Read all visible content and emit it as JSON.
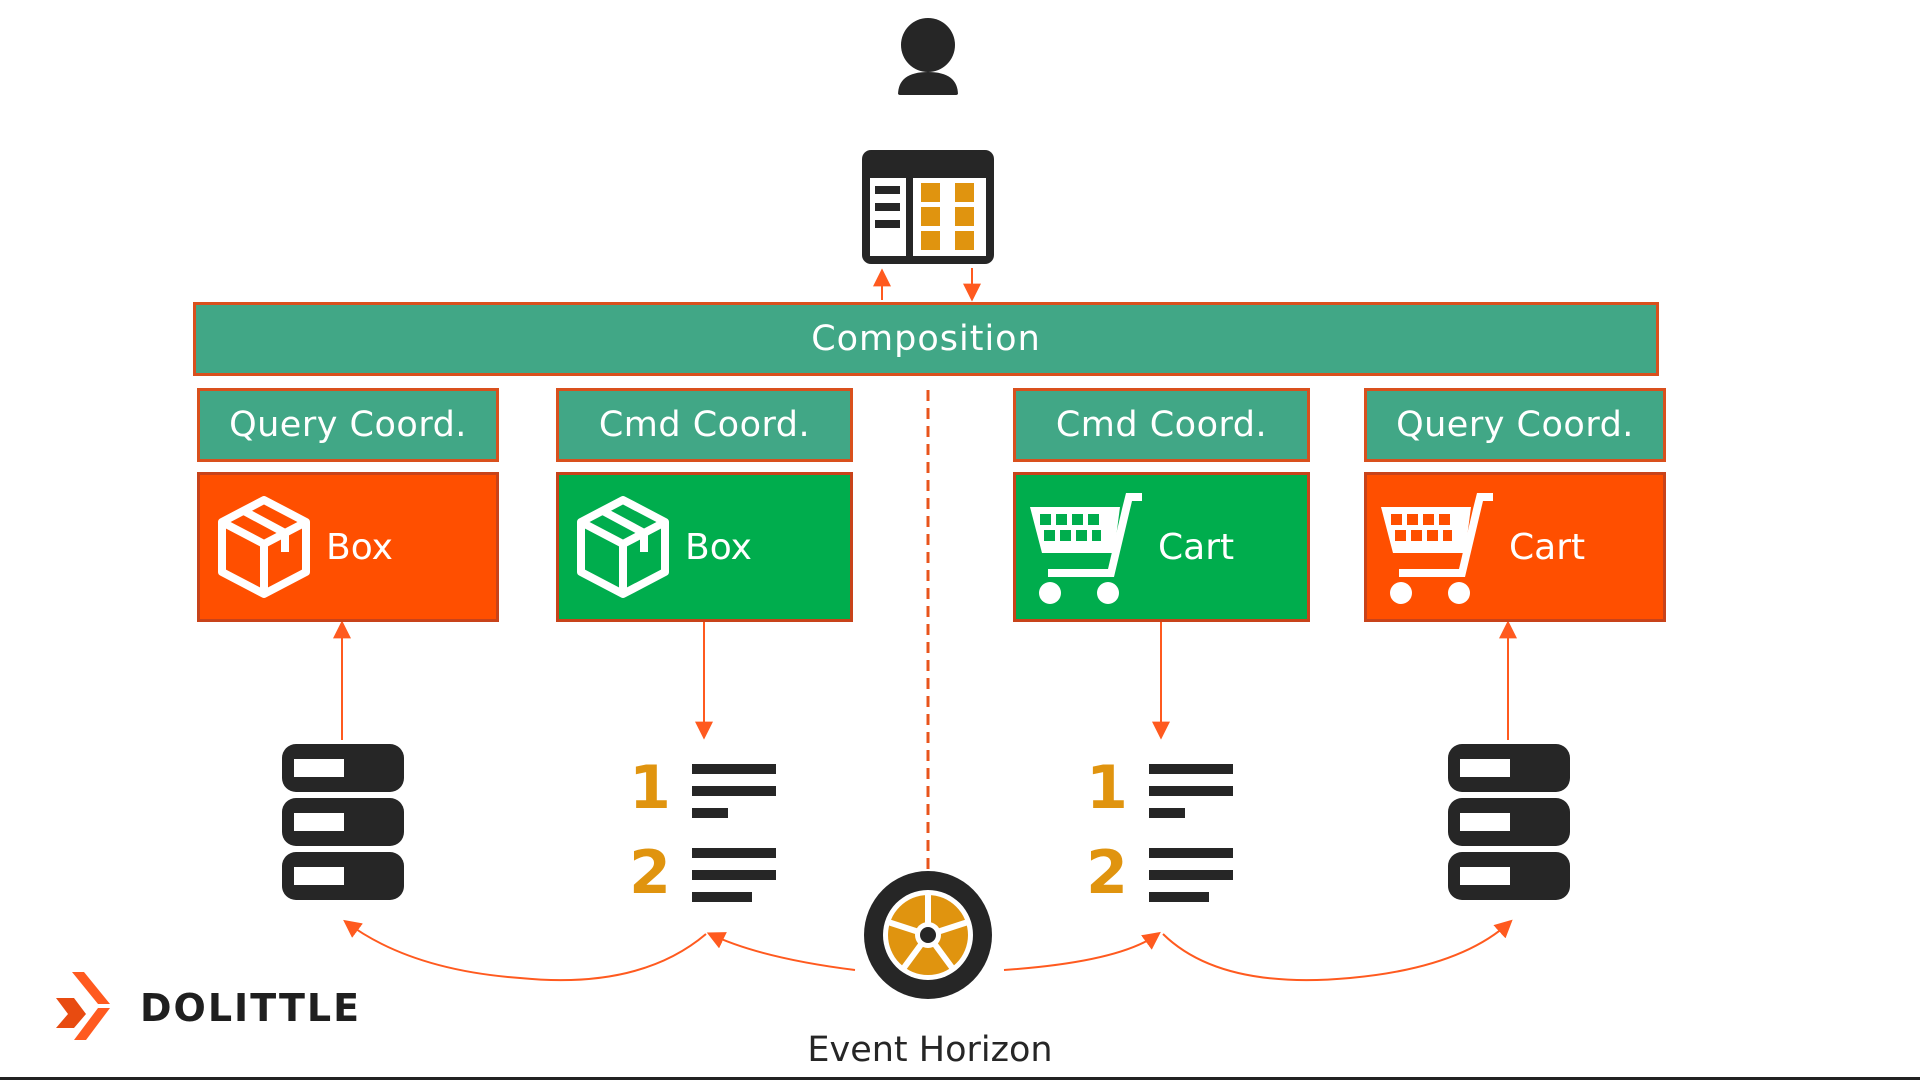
{
  "colors": {
    "teal": "#41a786",
    "orange": "#ff4f00",
    "green": "#00ad4d",
    "arrow": "#ff5a1f",
    "dark": "#262626",
    "gold": "#e0940f"
  },
  "top": {
    "user_icon": "user-icon",
    "app_icon": "app-window-icon"
  },
  "composition": {
    "label": "Composition"
  },
  "left_service": {
    "query_coord": {
      "label": "Query Coord.",
      "service_label": "Box",
      "icon": "box-icon"
    },
    "cmd_coord": {
      "label": "Cmd Coord.",
      "service_label": "Box",
      "icon": "box-icon"
    },
    "read_store_icon": "database-icon",
    "event_log": {
      "icon": "event-log-icon",
      "numbers": [
        "1",
        "2"
      ]
    }
  },
  "right_service": {
    "cmd_coord": {
      "label": "Cmd Coord.",
      "service_label": "Cart",
      "icon": "cart-icon"
    },
    "query_coord": {
      "label": "Query Coord.",
      "service_label": "Cart",
      "icon": "cart-icon"
    },
    "read_store_icon": "database-icon",
    "event_log": {
      "icon": "event-log-icon",
      "numbers": [
        "1",
        "2"
      ]
    }
  },
  "event_horizon": {
    "label": "Event Horizon",
    "icon": "event-horizon-icon"
  },
  "brand": {
    "name": "DOLITTLE",
    "icon": "dolittle-logo-icon"
  }
}
